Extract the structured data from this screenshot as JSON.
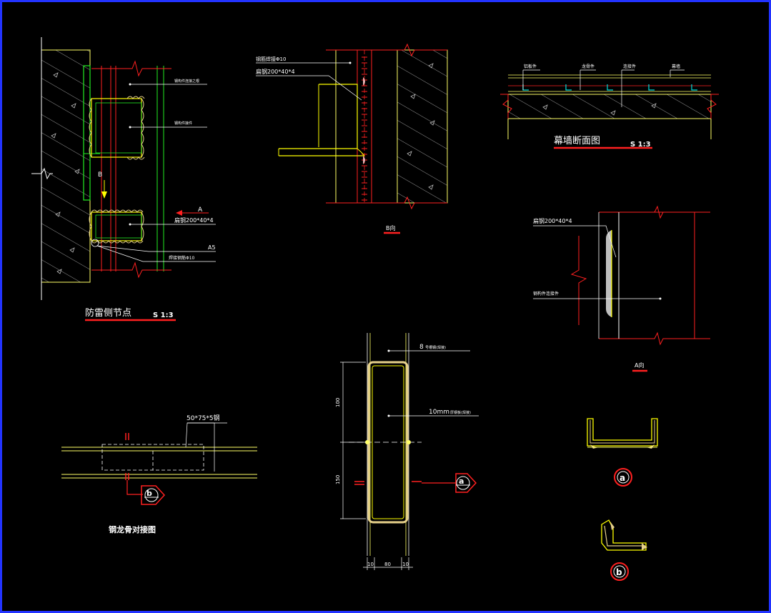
{
  "colors": {
    "background": "#000000",
    "frame": "#2233ff",
    "outline": "#ffff00",
    "wall_line": "#ffff66",
    "hatch": "#cfcfcf",
    "red": "#ff2020",
    "green": "#22ee22",
    "white": "#ffffff",
    "cyan": "#00dddd",
    "weld": "#e6d08a"
  },
  "view1": {
    "title": "防雷侧节点",
    "scale": "S 1:3",
    "label_top": "钢构件连接之根",
    "label_mid": "钢构件接件",
    "plate": "扁钢200*40*4",
    "view_a": "A",
    "view_b": "B",
    "weld": "A5",
    "bolt": "焊接钢筋Φ10"
  },
  "view2": {
    "title": "B向",
    "label_top": "钢筋焊接Φ10",
    "plate": "扁钢200*40*4"
  },
  "view3": {
    "title": "幕墙断面图",
    "scale": "S 1:3",
    "labels": [
      "铝板件",
      "龙骨件",
      "连接件",
      "幕墙"
    ]
  },
  "view4": {
    "title": "A向",
    "plate": "扁钢200*40*4",
    "label": "钢构件连接件"
  },
  "view5": {
    "title": "钢龙骨对接图",
    "spec": "50*75*5钢",
    "marker": "b"
  },
  "view6": {
    "label_top_num": "8",
    "label_top_txt": "号槽钢(焊接)",
    "label_mid_num": "10mm",
    "label_mid_txt": "厚钢板(焊接)",
    "dim_top": "100",
    "dim_bot": "150",
    "dim_w1": "10",
    "dim_w2": "80",
    "dim_w3": "10",
    "marker": "a"
  },
  "sections": {
    "a": "a",
    "b": "b"
  }
}
